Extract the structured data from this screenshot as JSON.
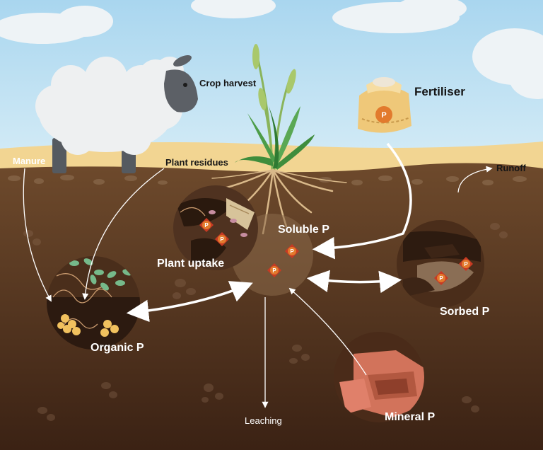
{
  "labels": {
    "crop_harvest": "Crop harvest",
    "fertiliser": "Fertiliser",
    "manure": "Manure",
    "plant_residues": "Plant residues",
    "runoff": "Runoff",
    "soluble_p": "Soluble P",
    "plant_uptake": "Plant uptake",
    "organic_p": "Organic P",
    "sorbed_p": "Sorbed P",
    "mineral_p": "Mineral P",
    "leaching": "Leaching",
    "p_symbol": "P"
  },
  "colors": {
    "sky": "#bfe0f2",
    "ground_surface": "#f3d795",
    "soil_top": "#6b4629",
    "soil_bottom": "#3e2415",
    "phosphate_orange": "#e27a2d",
    "phosphate_red": "#c73a23",
    "sack": "#efc879",
    "arrow": "#ffffff"
  }
}
